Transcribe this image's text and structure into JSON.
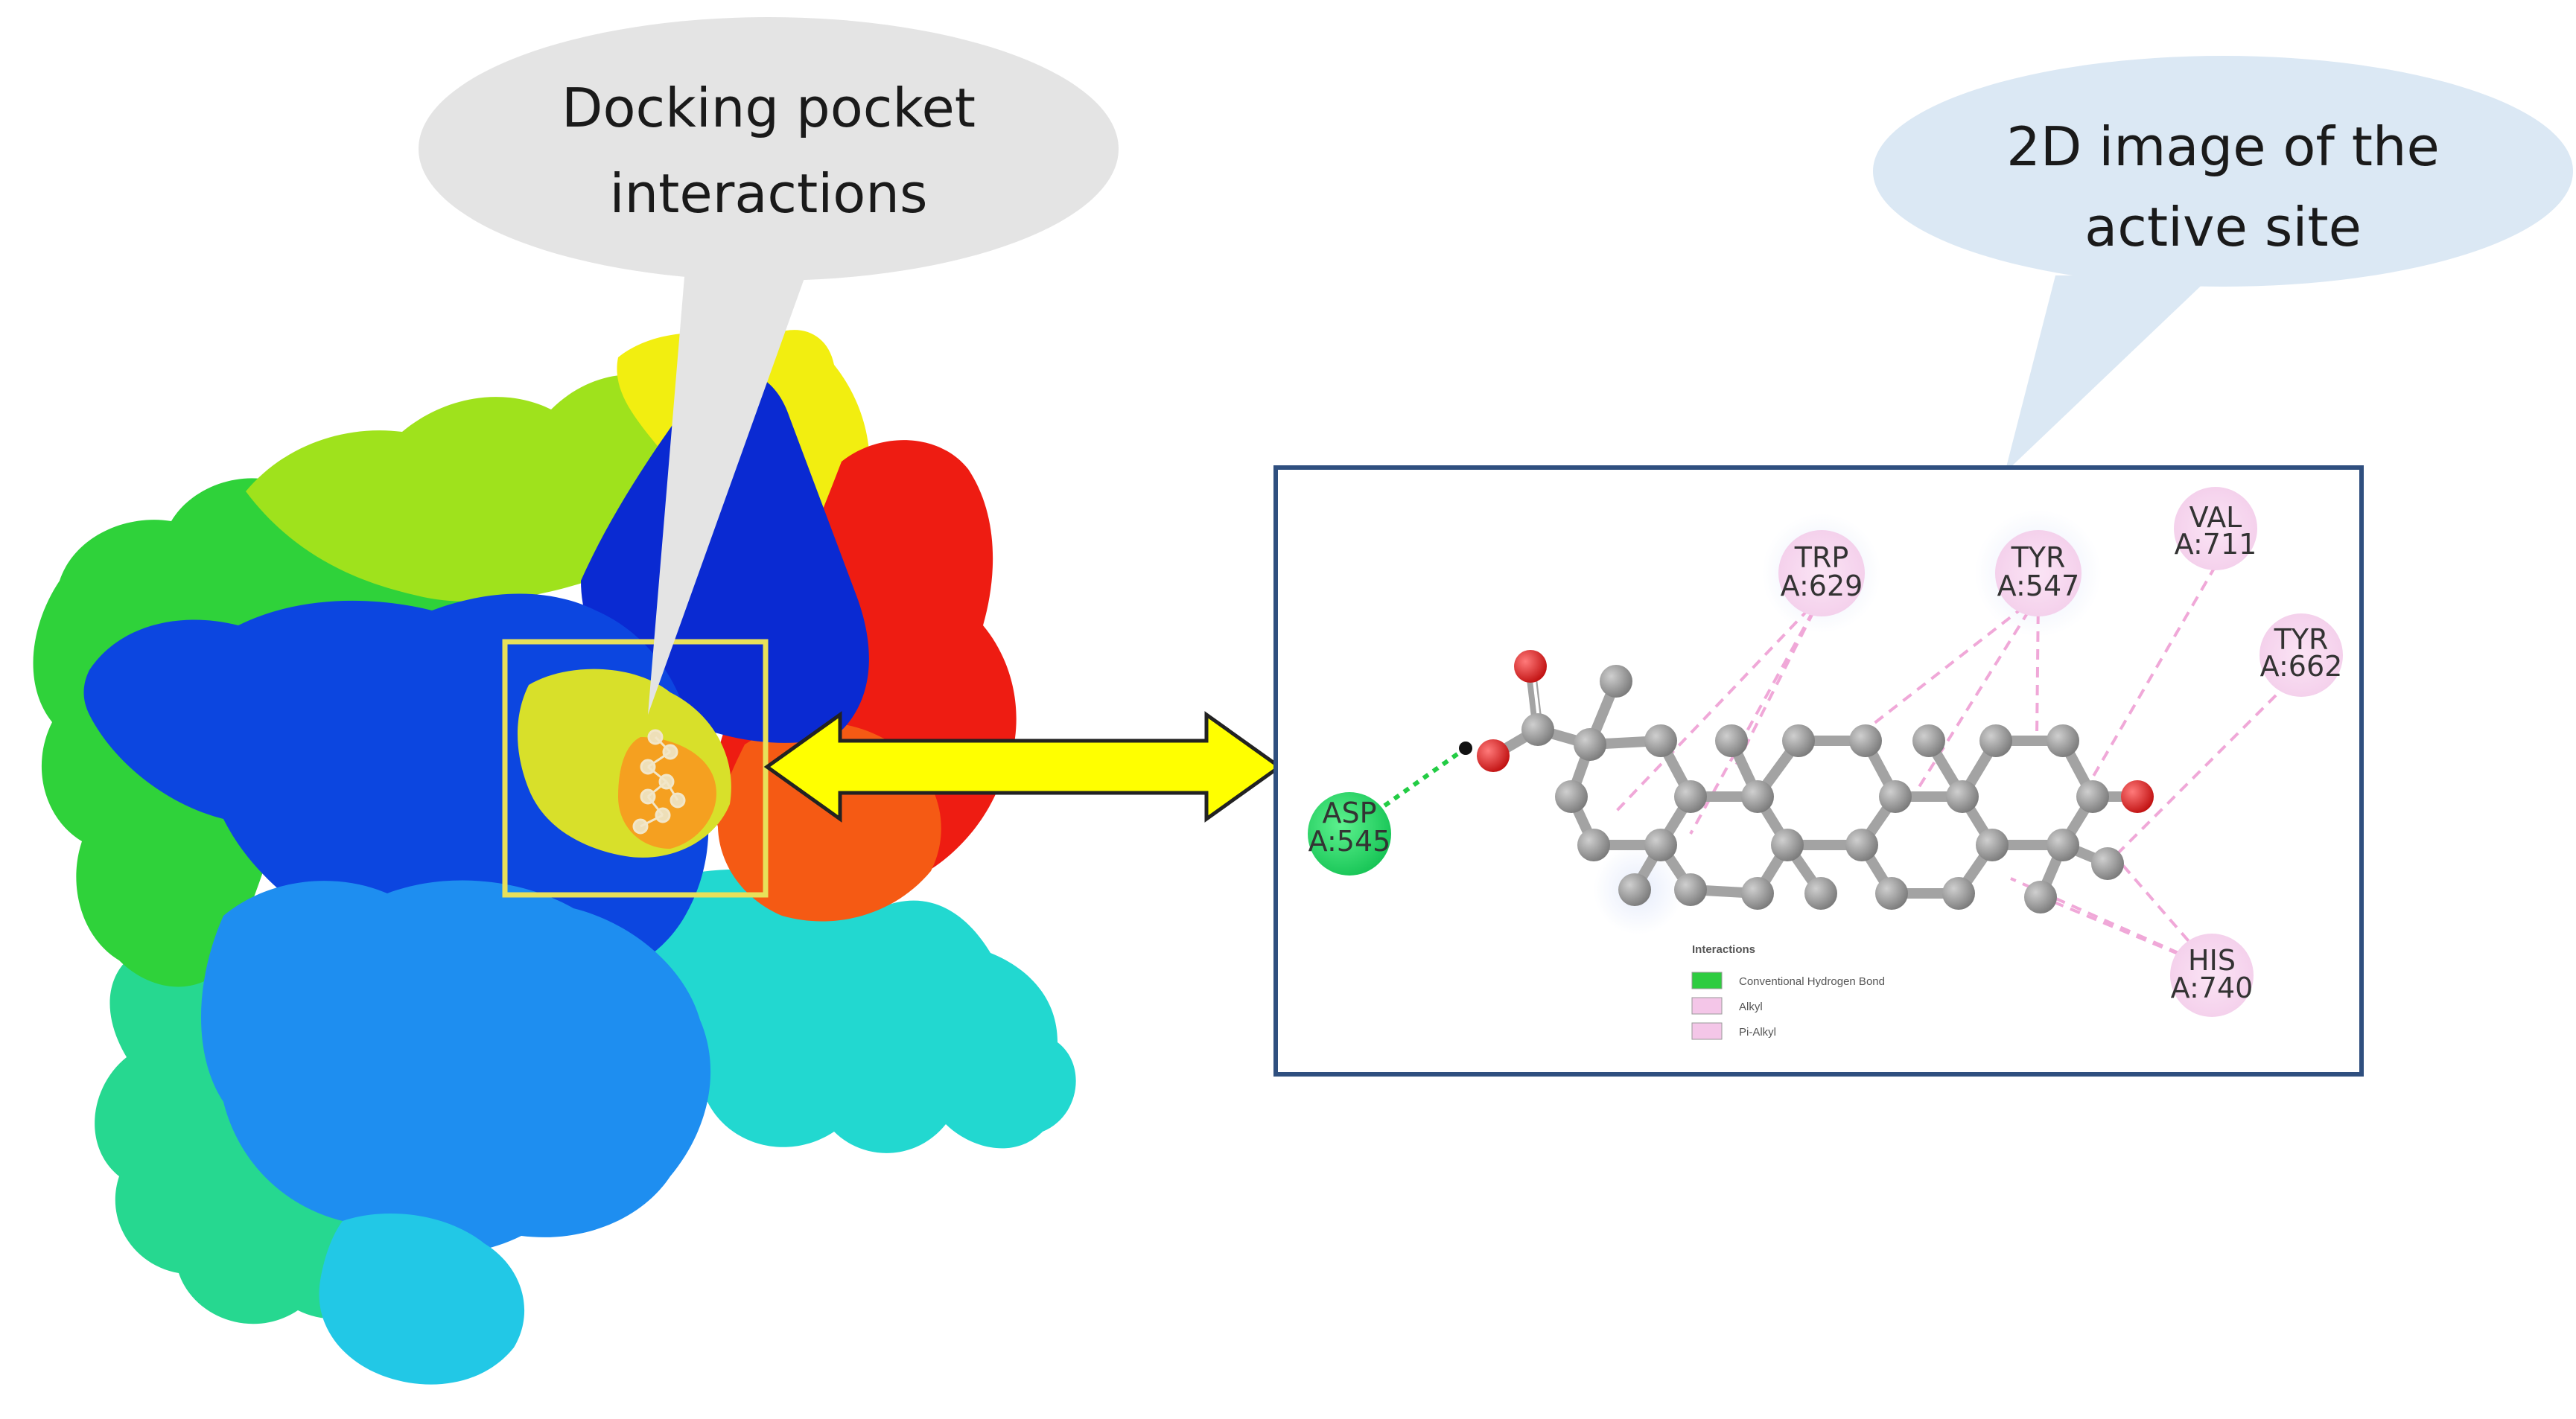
{
  "callouts": {
    "left": {
      "line1": "Docking pocket",
      "line2": "interactions"
    },
    "right": {
      "line1": "2D image of the",
      "line2": "active site"
    }
  },
  "residues": {
    "asp545": {
      "name": "ASP",
      "id": "A:545",
      "color": "#22d36a"
    },
    "trp629": {
      "name": "TRP",
      "id": "A:629",
      "color": "#f7d6ef"
    },
    "tyr547": {
      "name": "TYR",
      "id": "A:547",
      "color": "#f7d6ef"
    },
    "val711": {
      "name": "VAL",
      "id": "A:711",
      "color": "#f7d6ef"
    },
    "tyr662": {
      "name": "TYR",
      "id": "A:662",
      "color": "#f7d6ef"
    },
    "his740": {
      "name": "HIS",
      "id": "A:740",
      "color": "#f7d6ef"
    }
  },
  "legend": {
    "title": "Interactions",
    "items": [
      {
        "label": "Conventional Hydrogen Bond",
        "color": "#2ecc40"
      },
      {
        "label": "Alkyl",
        "color": "#f4c6e8"
      },
      {
        "label": "Pi-Alkyl",
        "color": "#f4c6e8"
      }
    ]
  },
  "colors": {
    "frame": "#2f4f7f",
    "arrow": "#ffff00",
    "pocket_box": "#e8e05a",
    "callout_left": "#e4e4e4",
    "callout_right": "#dbe8f4",
    "atom_carbon": "#9a9a9a",
    "atom_oxygen": "#e02020",
    "hbond": "#22cc44",
    "alkyl_line": "#f0a8d8"
  }
}
